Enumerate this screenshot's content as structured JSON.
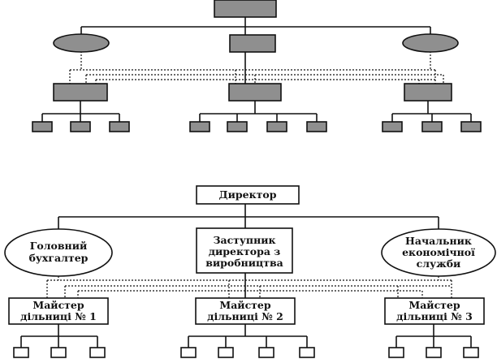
{
  "colors": {
    "line": "#111111",
    "shape_fill_dark": "#8f8f8f",
    "shape_fill_light": "#ffffff",
    "background": "#ffffff"
  },
  "bottom_chart": {
    "director": {
      "label": "Директор"
    },
    "chief_accountant": {
      "lines": [
        "Головний",
        "бухгалтер"
      ]
    },
    "deputy_director": {
      "lines": [
        "Заступник",
        "директора з",
        "виробництва"
      ]
    },
    "head_economic": {
      "lines": [
        "Начальник",
        "економічної",
        "служби"
      ]
    },
    "site_masters": [
      {
        "lines": [
          "Майстер",
          "дільниці № 1"
        ]
      },
      {
        "lines": [
          "Майстер",
          "дільниці № 2"
        ]
      },
      {
        "lines": [
          "Майстер",
          "дільниці № 3"
        ]
      }
    ]
  }
}
